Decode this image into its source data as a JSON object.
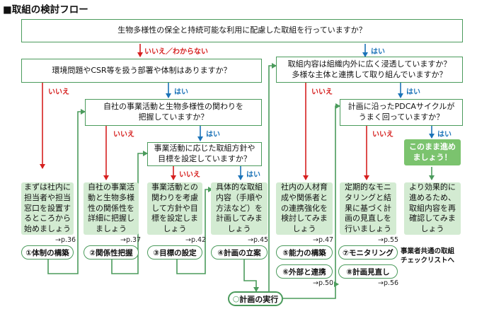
{
  "title": "■取組の検討フロー",
  "questions": {
    "q1": "生物多様性の保全と持続可能な利用に配慮した取組を行っていますか？",
    "q2": "環境問題やCSR等を扱う部署や体制はありますか？",
    "q3": "自社の事業活動と生物多様性の関わりを\n把握していますか？",
    "q4": "事業活動に応じた取組方針や\n目標を設定していますか？",
    "q5": "取組内容は組織内外に広く浸透していますか？\n多様な主体と連携して取り組んでいますか？",
    "q6": "計画に沿ったPDCAサイクルが\nうまく回っていますか？"
  },
  "labels": {
    "q1_no": "いいえ／わからない",
    "q1_yes": "はい",
    "no": "いいえ",
    "yes": "はい"
  },
  "actions": {
    "a1": "まずは社内に\n担当者や担当\n窓口を設置す\nるところから\n始めましょう",
    "a2": "自社の事業活\n動と生物多様\n性の関係性を\n詳細に把握し\nましょう",
    "a3": "事業活動との\n関わりを考慮\nして方針や目\n標を設定しま\nしょう",
    "a4": "具体的な取組\n内容（手順や\n方法など）を\n計画してみま\nしょう",
    "a5": "社内の人材育\n成や関係者と\nの連携強化を\n検討してみま\nしょう",
    "a6": "定期的なモニ\nタリングと結\n果に基づく計\n画の見直しを\n行いましょう",
    "a7": "より効果的に\n進めるため、\n取組内容を再\n確認してみま\nしょう"
  },
  "continue_box": "このまま進め\nましょう！",
  "steps": {
    "s1": "①体制の構築",
    "s2": "②関係性把握",
    "s3": "③目標の設定",
    "s4": "④計画の立案",
    "s5": "⑤能力の構築",
    "s6": "⑥外部と連携",
    "s7": "⑦モニタリング",
    "s8": "⑧計画見直し"
  },
  "refs": {
    "r1": "→p.36",
    "r2": "→p.37",
    "r3": "→p.42",
    "r4": "→p.45",
    "r5": "→p.47",
    "r6": "→p.50",
    "r7": "→p.55",
    "r8": "→p.56"
  },
  "execute": "計画の実行",
  "note": "事業者共通の取組\nチェックリストへ",
  "colors": {
    "green_border": "#4b9b5c",
    "action_bg": "#d3ebd2",
    "continue_bg": "#7bc36e",
    "no_red": "#d6201f",
    "yes_blue": "#1b73b8"
  }
}
